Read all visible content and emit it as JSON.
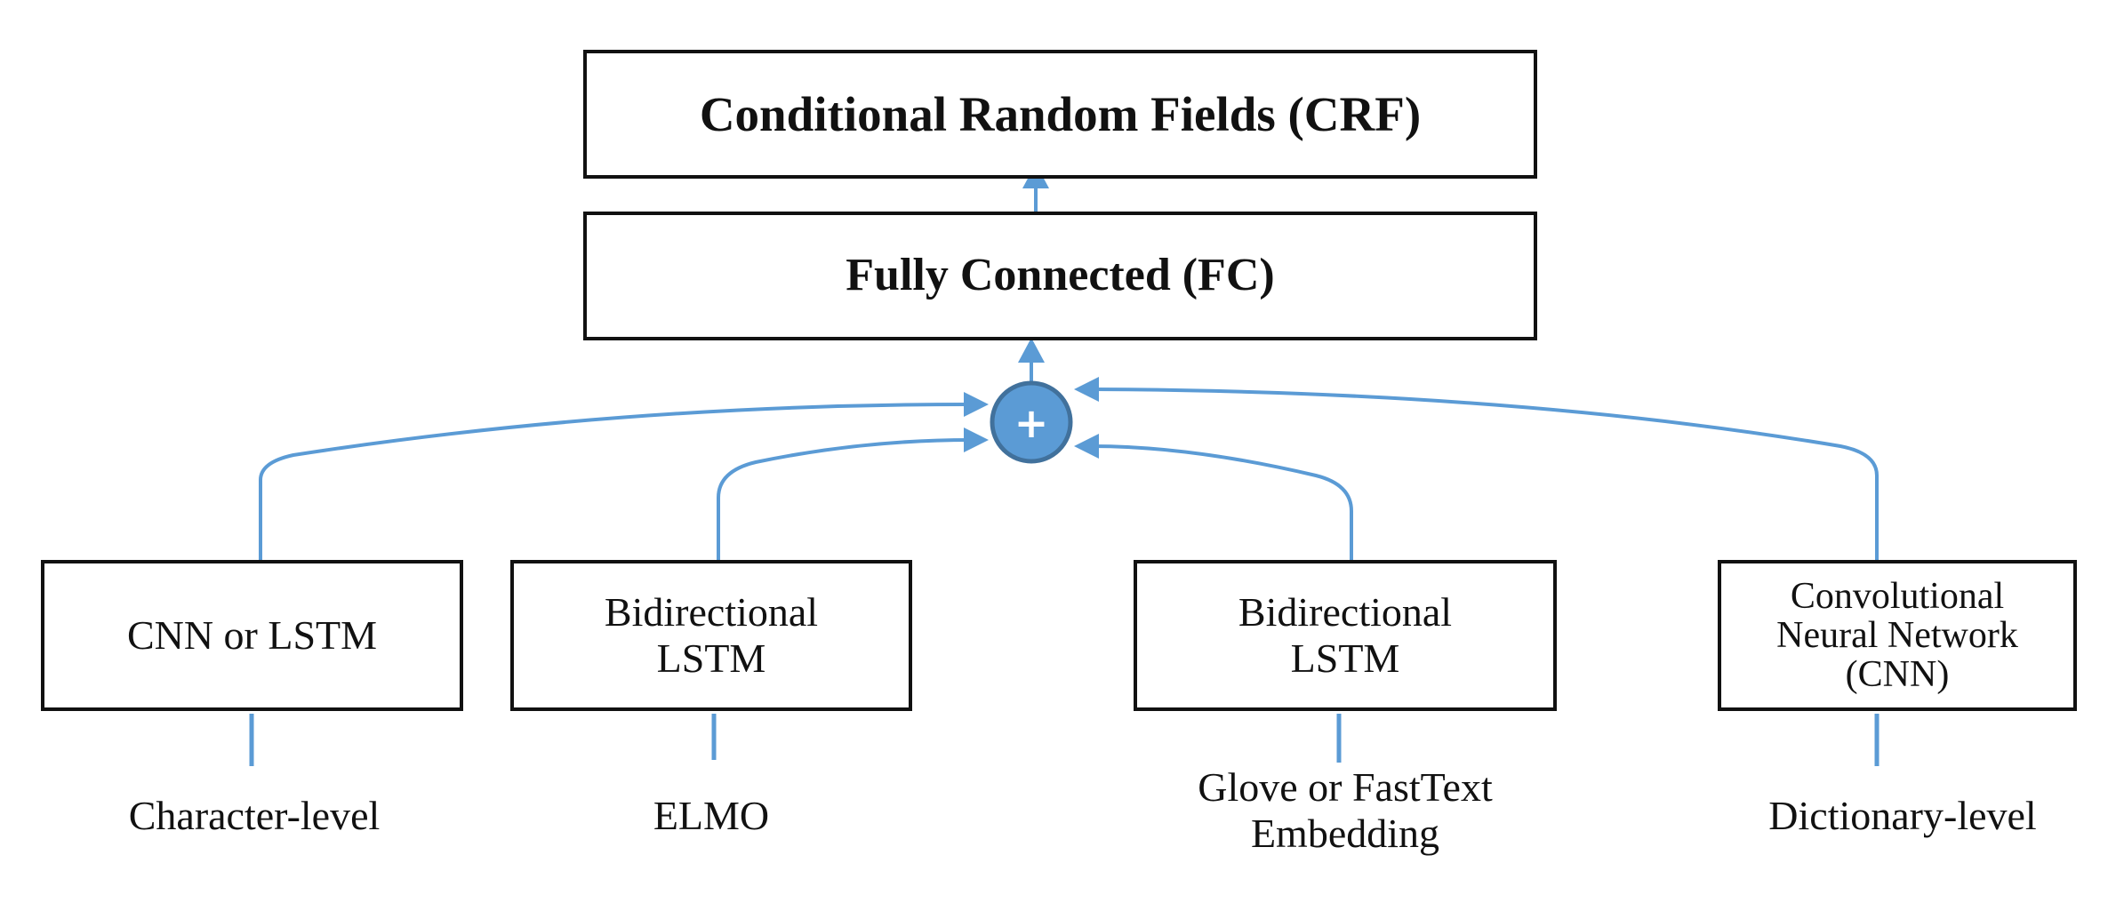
{
  "top_layers": {
    "crf": "Conditional Random Fields (CRF)",
    "fc": "Fully Connected  (FC)"
  },
  "merge_node": {
    "symbol": "+",
    "icon": "plus-icon"
  },
  "encoders": [
    {
      "lines": [
        "CNN or LSTM"
      ]
    },
    {
      "lines": [
        "Bidirectional",
        "LSTM"
      ]
    },
    {
      "lines": [
        "Bidirectional",
        "LSTM"
      ]
    },
    {
      "lines": [
        "Convolutional",
        "Neural Network",
        "(CNN)"
      ]
    }
  ],
  "inputs": [
    {
      "lines": [
        "Character-level"
      ]
    },
    {
      "lines": [
        "ELMO"
      ]
    },
    {
      "lines": [
        "Glove or FastText",
        "Embedding"
      ]
    },
    {
      "lines": [
        "Dictionary-level"
      ]
    }
  ],
  "colors": {
    "connector": "#5b9bd5",
    "node_fill": "#5b9bd5",
    "node_stroke": "#41719c",
    "box_border": "#111111"
  }
}
